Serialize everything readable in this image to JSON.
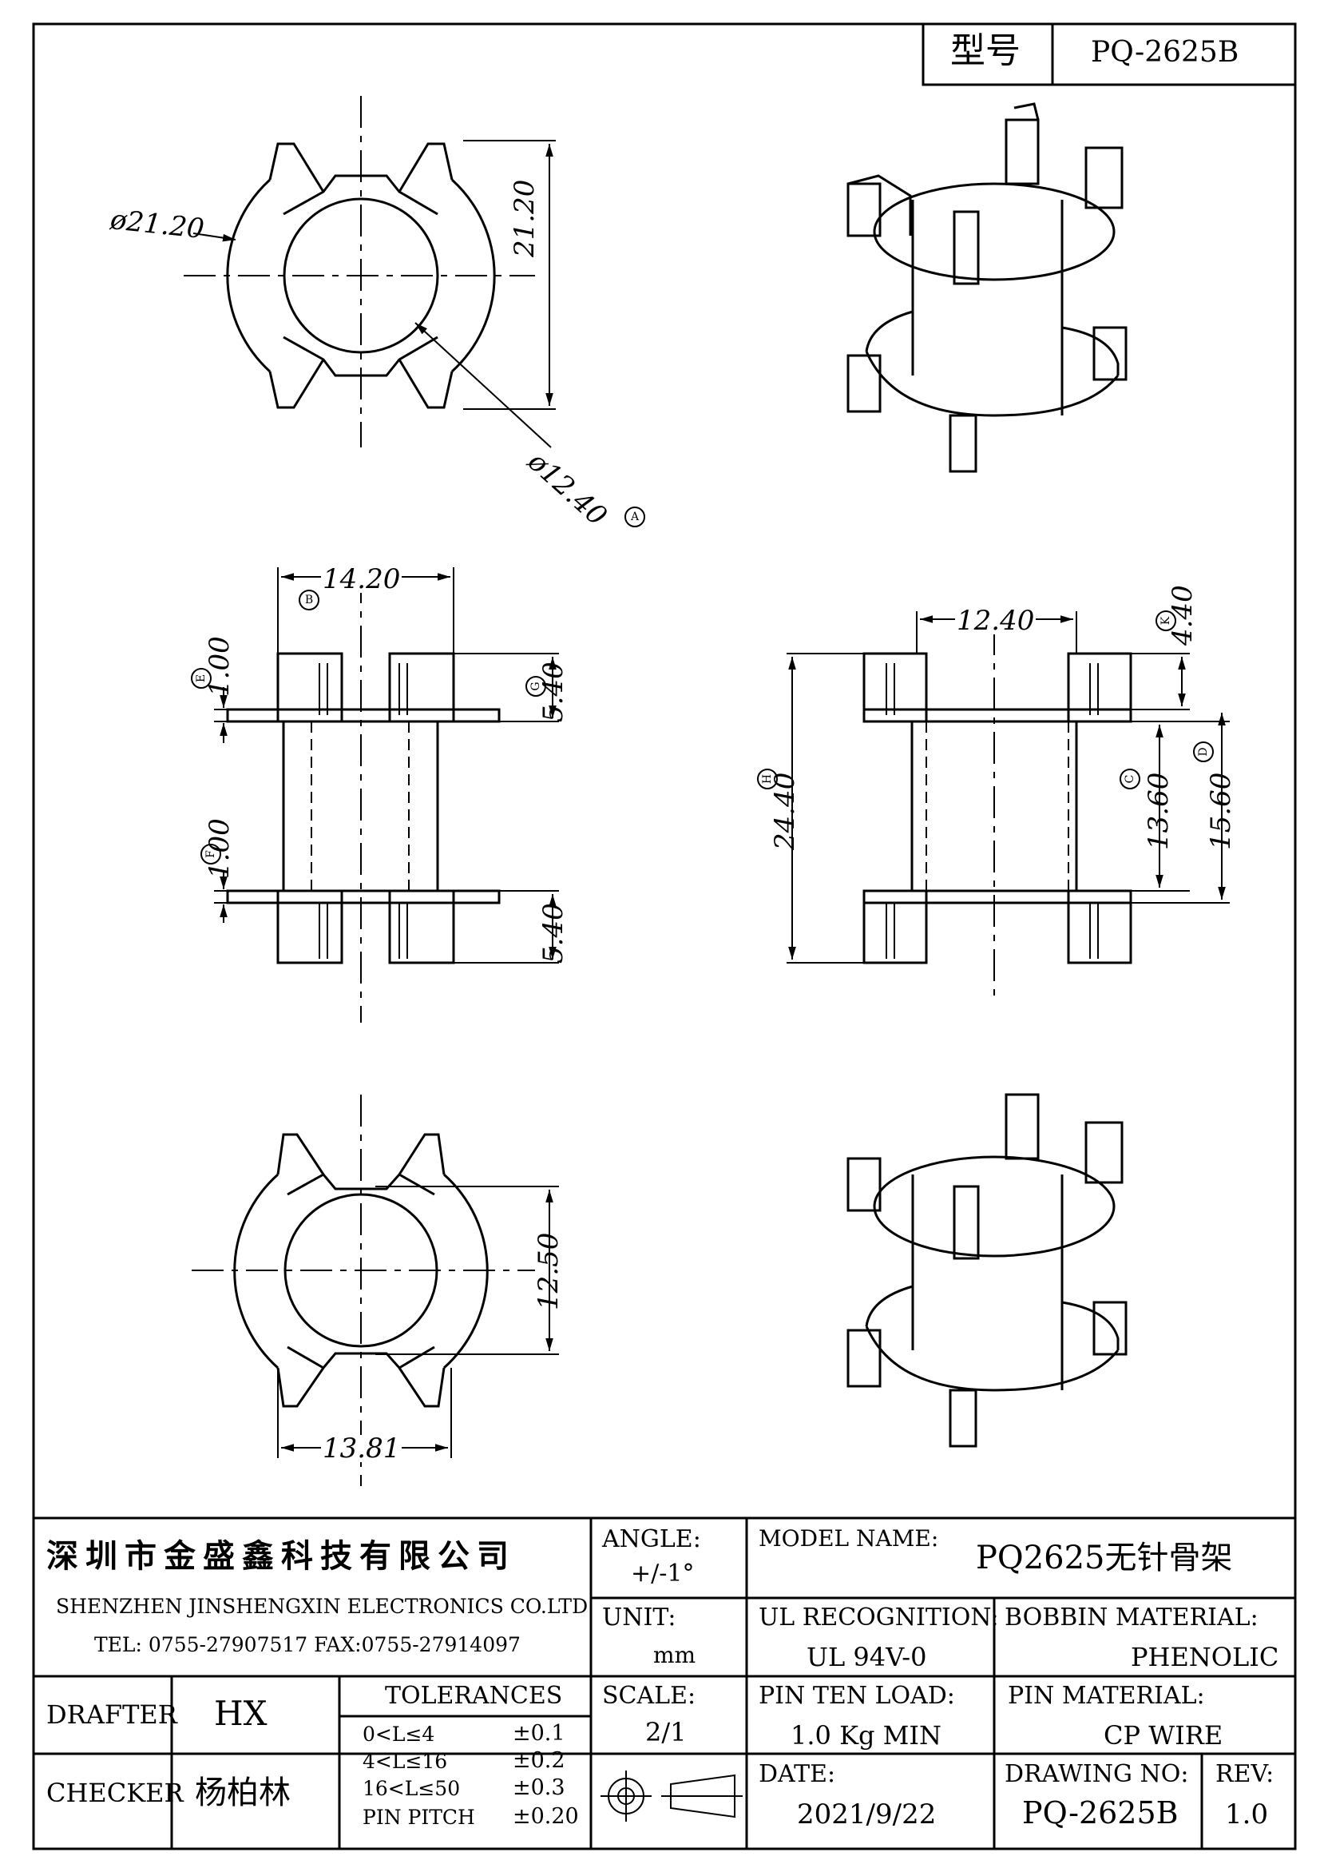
{
  "header": {
    "model_label": "型号",
    "model_value": "PQ-2625B"
  },
  "dimensions": {
    "top_outer_dia": "ø21.20",
    "top_height": "21.20",
    "top_inner_dia": "ø12.40",
    "top_inner_marker": "A",
    "front_width": "14.20",
    "front_width_marker": "B",
    "flange_top": "1.00",
    "flange_top_marker": "E",
    "flange_bottom": "1.00",
    "flange_bottom_marker": "F",
    "pin_top": "5.40",
    "pin_top_marker": "G",
    "pin_bottom": "5.40",
    "side_width": "12.40",
    "side_pin": "4.40",
    "side_pin_marker": "K",
    "side_height": "24.40",
    "side_height_marker": "H",
    "side_inner": "13.60",
    "side_inner_marker": "C",
    "side_outer": "15.60",
    "side_outer_marker": "D",
    "bottom_height": "12.50",
    "bottom_width": "13.81"
  },
  "title_block": {
    "company_cn": "深圳市金盛鑫科技有限公司",
    "company_en": "SHENZHEN JINSHENGXIN ELECTRONICS CO.LTD",
    "contact": "TEL: 0755-27907517   FAX:0755-27914097",
    "angle_label": "ANGLE:",
    "angle_value": "+/-1°",
    "unit_label": "UNIT:",
    "unit_value": "mm",
    "scale_label": "SCALE:",
    "scale_value": "2/1",
    "model_name_label": "MODEL NAME:",
    "model_name_value": "PQ2625无针骨架",
    "ul_label": "UL RECOGNITION:",
    "ul_value": "UL 94V-0",
    "bobbin_label": "BOBBIN MATERIAL:",
    "bobbin_value": "PHENOLIC",
    "pin_load_label": "PIN TEN LOAD:",
    "pin_load_value": "1.0 Kg MIN",
    "pin_material_label": "PIN MATERIAL:",
    "pin_material_value": "CP WIRE",
    "date_label": "DATE:",
    "date_value": "2021/9/22",
    "drawing_no_label": "DRAWING NO:",
    "drawing_no_value": "PQ-2625B",
    "rev_label": "REV:",
    "rev_value": "1.0",
    "drafter_label": "DRAFTER",
    "drafter_value": "HX",
    "checker_label": "CHECKER",
    "checker_value": "杨柏林",
    "tolerances_label": "TOLERANCES",
    "tolerances": [
      {
        "range": "0<L≤4",
        "value": "±0.1"
      },
      {
        "range": "4<L≤16",
        "value": "±0.2"
      },
      {
        "range": "16<L≤50",
        "value": "±0.3"
      },
      {
        "range": "PIN PITCH",
        "value": "±0.20"
      }
    ]
  }
}
